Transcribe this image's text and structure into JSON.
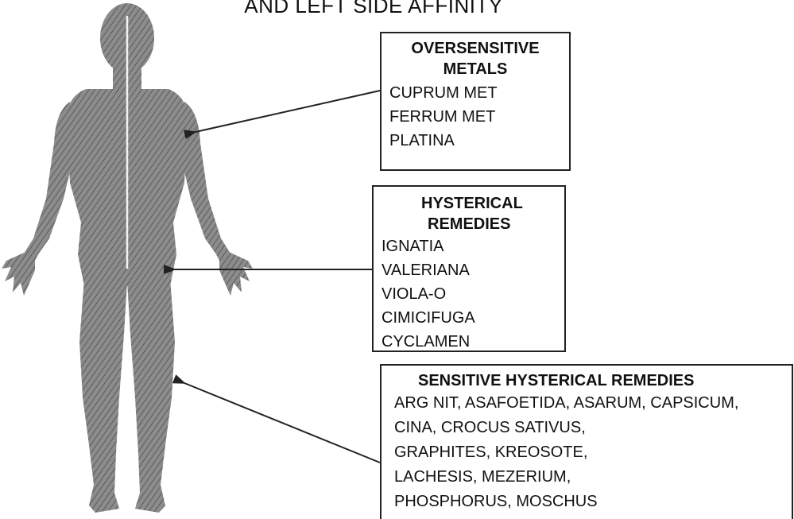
{
  "title": "AND LEFT SIDE AFFINITY",
  "boxes": [
    {
      "heading_lines": [
        "OVERSENSITIVE",
        "METALS"
      ],
      "items": [
        "CUPRUM MET",
        "FERRUM MET",
        "PLATINA"
      ]
    },
    {
      "heading_lines": [
        "HYSTERICAL",
        "REMEDIES"
      ],
      "items": [
        "IGNATIA",
        "VALERIANA",
        "VIOLA-O",
        "CIMICIFUGA",
        "CYCLAMEN"
      ]
    },
    {
      "heading_lines": [
        "SENSITIVE HYSTERICAL REMEDIES"
      ],
      "items": [
        "ARG NIT, ASAFOETIDA, ASARUM, CAPSICUM,",
        "CINA, CROCUS SATIVUS,",
        "GRAPHITES, KREOSOTE,",
        "LACHESIS, MEZERIUM,",
        "PHOSPHORUS, MOSCHUS"
      ]
    }
  ],
  "colors": {
    "figure": "#7a7a7a",
    "figure_dark": "#4a4a4a",
    "line": "#222222"
  }
}
